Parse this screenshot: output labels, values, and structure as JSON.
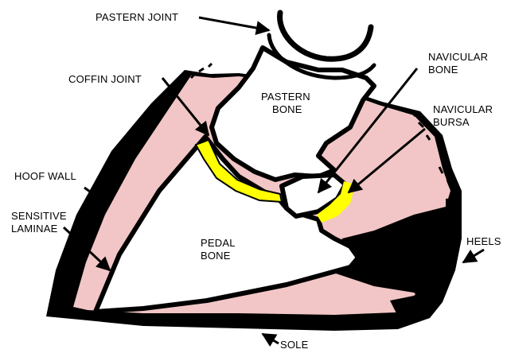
{
  "labels": {
    "pastern_joint": "PASTERN JOINT",
    "coffin_joint": "COFFIN JOINT",
    "pastern_bone_1": "PASTERN",
    "pastern_bone_2": "BONE",
    "navicular_bone_1": "NAVICULAR",
    "navicular_bone_2": "BONE",
    "navicular_bursa_1": "NAVICULAR",
    "navicular_bursa_2": "BURSA",
    "hoof_wall": "HOOF WALL",
    "sensitive_laminae_1": "SENSITIVE",
    "sensitive_laminae_2": "LAMINAE",
    "pedal_bone_1": "PEDAL",
    "pedal_bone_2": "BONE",
    "heels": "HEELS",
    "sole": "SOLE"
  },
  "colors": {
    "hoof_wall": "#000000",
    "laminae": "#f2c6c6",
    "bone": "#ffffff",
    "bursa": "#ffff00",
    "outline": "#000000"
  }
}
